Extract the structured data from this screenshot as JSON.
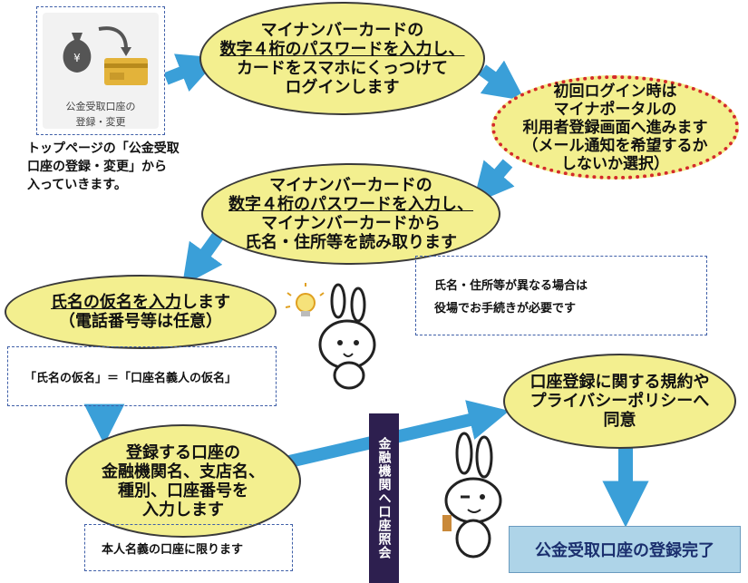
{
  "icon_card": {
    "label_line1": "公金受取口座の",
    "label_line2": "登録・変更",
    "yen_symbol": "¥"
  },
  "top_note": {
    "line1": "トップページの「公金受取",
    "line2": "口座の登録・変更」から",
    "line3": "入っていきます。"
  },
  "step1": {
    "line1": "マイナンバーカードの",
    "line2": "数字４桁のパスワードを入力し、",
    "line3": "カードをスマホにくっつけて",
    "line4": "ログインします"
  },
  "step2": {
    "line1": "初回ログイン時は",
    "line2": "マイナポータルの",
    "line3": "利用者登録画面へ進みます",
    "line4": "（メール通知を希望するか",
    "line5": "しないか選択）"
  },
  "step3": {
    "line1": "マイナンバーカードの",
    "line2": "数字４桁のパスワードを入力し、",
    "line3": "マイナンバーカードから",
    "line4": "氏名・住所等を読み取ります"
  },
  "note_address": {
    "line1": "氏名・住所等が異なる場合は",
    "line2": "役場でお手続きが必要です"
  },
  "step4": {
    "line1_u": "氏名の仮名を入力",
    "line1_rest": "します",
    "line2": "（電話番号等は任意）"
  },
  "note_kana": {
    "text": "「氏名の仮名」＝「口座名義人の仮名」"
  },
  "step5": {
    "line1": "登録する口座の",
    "line2": "金融機関名、支店名、",
    "line3": "種別、口座番号を",
    "line4": "入力します"
  },
  "note_account": {
    "text": "本人名義の口座に限ります"
  },
  "bank_inquiry": {
    "text": "金融機関へ口座照会"
  },
  "step6": {
    "line1": "口座登録に関する規約や",
    "line2": "プライバシーポリシーへ",
    "line3": "同意"
  },
  "complete": {
    "text": "公金受取口座の登録完了"
  },
  "colors": {
    "ellipse_fill": "#f3ef8f",
    "arrow": "#3a9fd8",
    "complete_fill": "#aed4e8",
    "vertical_box": "#2d1f4f",
    "dotted_border": "#d42a2a",
    "dashed_border": "#3f5fa8"
  }
}
